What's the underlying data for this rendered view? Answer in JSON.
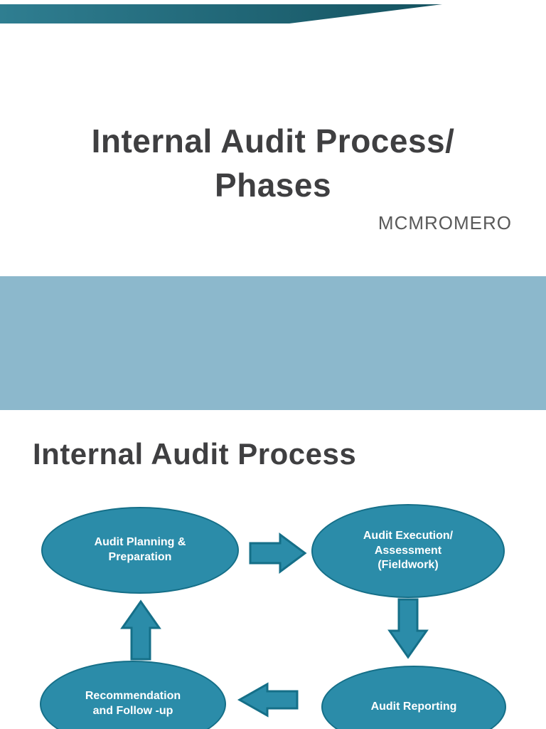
{
  "colors": {
    "node_fill": "#2B8CA9",
    "node_border": "#156F88",
    "node_text": "#FFFFFF",
    "title_text": "#3F3F41",
    "subtitle_text": "#595959",
    "bar_teal_left": "#2F7E91",
    "bar_teal_right": "#0E4854",
    "pale_blue": "#D9ECF4",
    "band_black": "#070707",
    "band_gray": "#7E888C",
    "rule_blue": "#8CB8CC"
  },
  "slide1": {
    "title_line1": "Internal Audit Process/",
    "title_line2": "Phases",
    "subtitle": "MCMROMERO"
  },
  "slide2": {
    "title": "Internal Audit Process",
    "diagram": {
      "nodes": [
        {
          "id": "planning",
          "label": "Audit Planning &\nPreparation"
        },
        {
          "id": "execution",
          "label": "Audit Execution/\nAssessment\n(Fieldwork)"
        },
        {
          "id": "followup",
          "label": "Recommendation\nand Follow -up"
        },
        {
          "id": "reporting",
          "label": "Audit Reporting"
        }
      ],
      "arrows": [
        {
          "direction": "right",
          "from": "planning",
          "to": "execution"
        },
        {
          "direction": "down",
          "from": "execution",
          "to": "reporting"
        },
        {
          "direction": "left",
          "from": "reporting",
          "to": "followup"
        },
        {
          "direction": "up",
          "from": "followup",
          "to": "planning"
        }
      ]
    }
  }
}
